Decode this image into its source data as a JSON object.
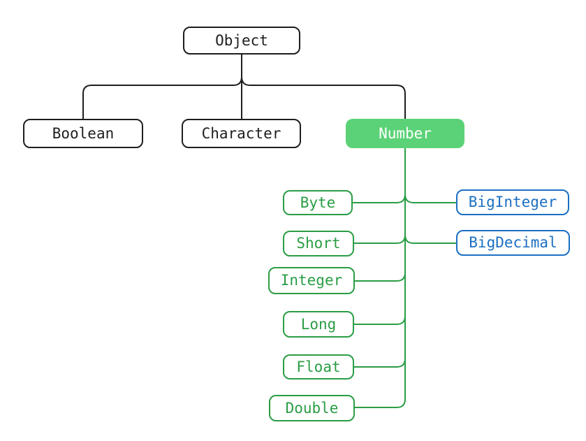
{
  "diagram": {
    "nodes": {
      "object": {
        "label": "Object"
      },
      "boolean": {
        "label": "Boolean"
      },
      "character": {
        "label": "Character"
      },
      "number": {
        "label": "Number"
      },
      "byte": {
        "label": "Byte"
      },
      "short": {
        "label": "Short"
      },
      "integer": {
        "label": "Integer"
      },
      "long": {
        "label": "Long"
      },
      "float": {
        "label": "Float"
      },
      "double": {
        "label": "Double"
      },
      "biginteger": {
        "label": "BigInteger"
      },
      "bigdecimal": {
        "label": "BigDecimal"
      }
    },
    "edges": [
      {
        "from": "Object",
        "to": "Boolean"
      },
      {
        "from": "Object",
        "to": "Character"
      },
      {
        "from": "Object",
        "to": "Number"
      },
      {
        "from": "Number",
        "to": "Byte"
      },
      {
        "from": "Number",
        "to": "Short"
      },
      {
        "from": "Number",
        "to": "Integer"
      },
      {
        "from": "Number",
        "to": "Long"
      },
      {
        "from": "Number",
        "to": "Float"
      },
      {
        "from": "Number",
        "to": "Double"
      },
      {
        "from": "Number",
        "to": "BigInteger"
      },
      {
        "from": "Number",
        "to": "BigDecimal"
      }
    ],
    "colors": {
      "default_stroke": "#1e1e1e",
      "green_stroke": "#2a9d45",
      "green_fill": "#5bd277",
      "green_fill_text": "#ffffff",
      "blue_stroke": "#1b6fc2",
      "background": "#ffffff"
    }
  }
}
